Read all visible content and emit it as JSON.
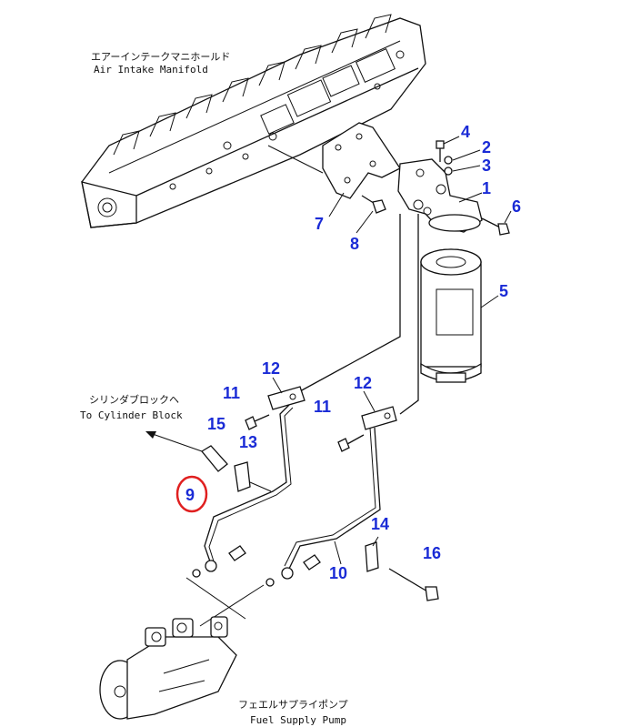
{
  "captions": {
    "manifold_jp": "エアーインテークマニホールド",
    "manifold_en": "Air Intake Manifold",
    "block_jp": "シリンダブロックヘ",
    "block_en": "To Cylinder Block",
    "pump_jp": "フェエルサプライポンプ",
    "pump_en": "Fuel Supply Pump"
  },
  "callouts": {
    "p1": "1",
    "p2": "2",
    "p3": "3",
    "p4": "4",
    "p5": "5",
    "p6": "6",
    "p7": "7",
    "p8": "8",
    "p9": "9",
    "p10": "10",
    "p11a": "11",
    "p11b": "11",
    "p12a": "12",
    "p12b": "12",
    "p13": "13",
    "p14": "14",
    "p15": "15",
    "p16": "16"
  },
  "highlight": {
    "part": "9",
    "color": "#e02020"
  },
  "callout_color": "#1a2bd6"
}
